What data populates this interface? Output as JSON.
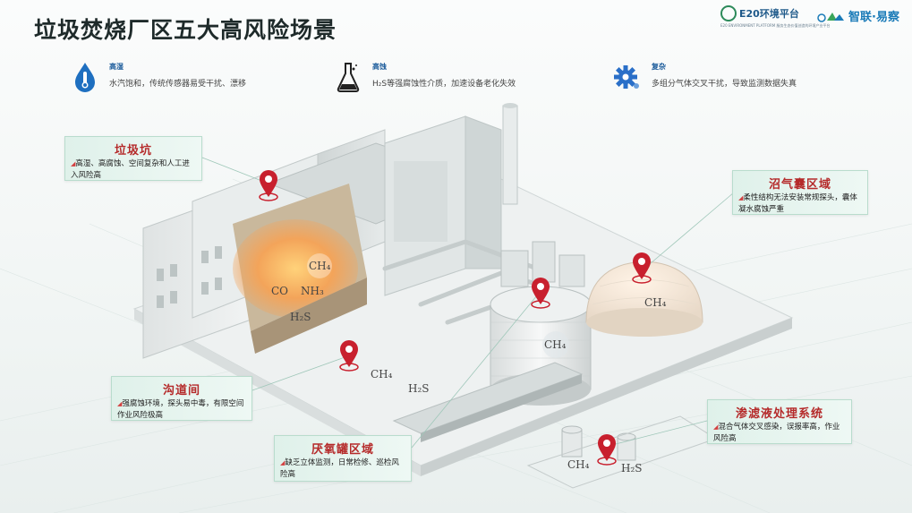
{
  "title": "垃圾焚烧厂区五大高风险场景",
  "logos": {
    "e20_name": "E20环境平台",
    "e20_subtitle": "E20 ENVIRONMENT PLATFORM",
    "e20_tagline": "服务生态价值创造的环境产业平台",
    "partner_name": "智联·易察"
  },
  "risks": [
    {
      "label": "高湿",
      "description": "水汽饱和，传统传感器易受干扰、漂移",
      "icon": "thermometer-drop-icon"
    },
    {
      "label": "高蚀",
      "description": "H₂S等强腐蚀性介质，加速设备老化失效",
      "icon": "flask-icon"
    },
    {
      "label": "复杂",
      "description": "多组分气体交叉干扰，导致监测数据失真",
      "icon": "gear-icon"
    }
  ],
  "callouts": {
    "pit": {
      "title": "垃圾坑",
      "description": "高湿、高腐蚀、空间复杂和人工进入风险高"
    },
    "biogas": {
      "title": "沼气囊区域",
      "description": "柔性结构无法安装常规探头，囊体凝水腐蚀严重"
    },
    "trench": {
      "title": "沟道间",
      "description": "强腐蚀环境，探头易中毒，有限空间作业风险极高"
    },
    "tank": {
      "title": "厌氧罐区域",
      "description": "缺乏立体监测，日常检修、巡检风险高"
    },
    "leachate": {
      "title": "渗滤液处理系统",
      "description": "混合气体交叉感染，误报率高，作业风险高"
    }
  },
  "gas_labels": {
    "pit_ch4": "CH₄",
    "pit_co": "CO",
    "pit_nh3": "NH₃",
    "pit_h2s": "H₂S",
    "dome": "CH₄",
    "tank": "CH₄",
    "trench_ch4": "CH₄",
    "trench_h2s": "H₂S",
    "leachate_ch4": "CH₄",
    "leachate_h2s": "H₂S"
  },
  "colors": {
    "title": "#1e2a2a",
    "callout_title": "#b52a2a",
    "marker": "#c8202e",
    "callout_bg": "#dff1ea",
    "accent_blue": "#1a5a9a"
  }
}
